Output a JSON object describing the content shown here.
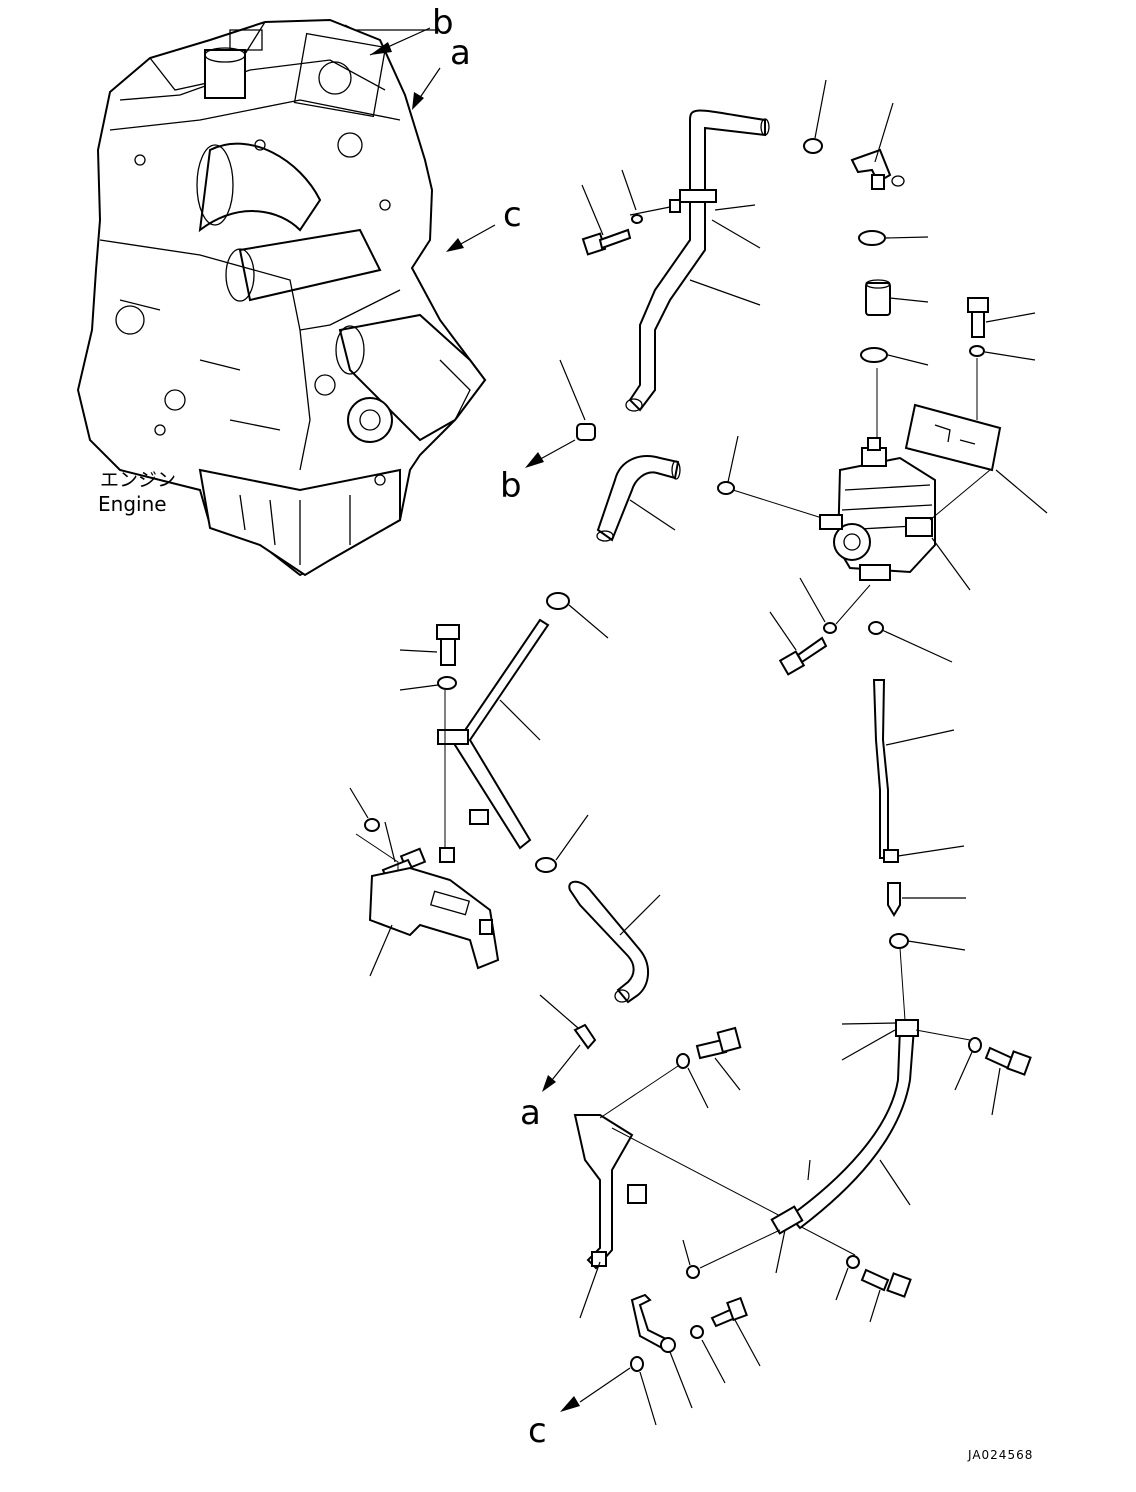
{
  "engine_label": {
    "ja": "エンジン",
    "en": "Engine"
  },
  "refs": {
    "a": "a",
    "b": "b",
    "c": "c"
  },
  "drawing_number": "JA024568"
}
